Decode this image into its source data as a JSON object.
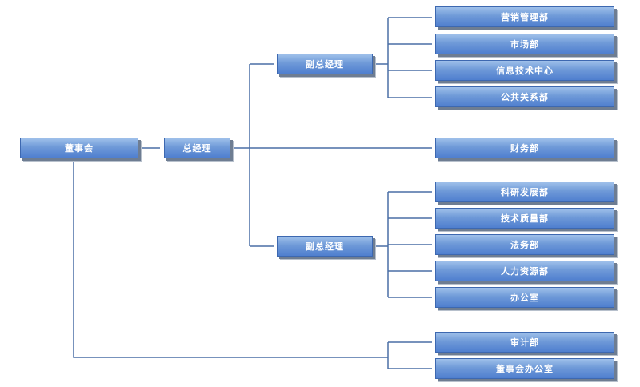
{
  "org": {
    "board": "董事会",
    "gm": "总经理",
    "vp1": "副总经理",
    "vp2": "副总经理",
    "vp1_depts": [
      "营销管理部",
      "市场部",
      "信息技术中心",
      "公共关系部"
    ],
    "finance": "财务部",
    "vp2_depts": [
      "科研发展部",
      "技术质量部",
      "法务部",
      "人力资源部",
      "办公室"
    ],
    "board_depts": [
      "审计部",
      "董事会办公室"
    ]
  },
  "colors": {
    "box_top": "#9fc0ea",
    "box_bottom": "#4f7fcf",
    "line": "#4a6fa5",
    "text": "#ffffff"
  }
}
